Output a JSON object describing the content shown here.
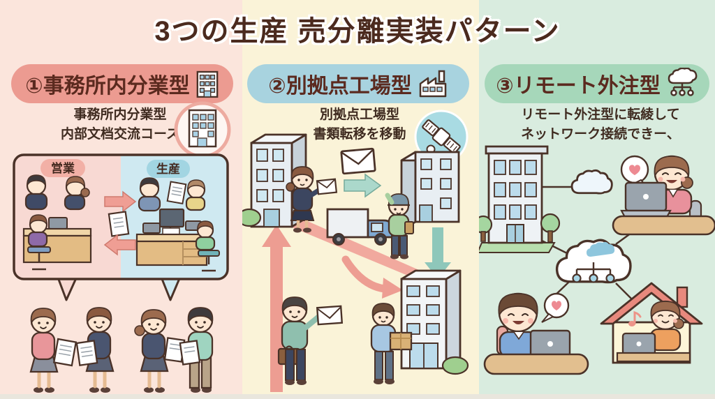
{
  "title": "3つの生産 売分離実装パターン",
  "columns": [
    {
      "header": "①事務所内分業型",
      "caption_line1": "事務所内分業型",
      "caption_line2": "内部文档交流コース",
      "zone_left_label": "営業",
      "zone_right_label": "生産",
      "icon": "office-building-icon",
      "accent_color": "#ec9b91",
      "background_color": "#fbe5dc"
    },
    {
      "header": "②別拠点工場型",
      "caption_line1": "別拠点工場型",
      "caption_line2": "書類転移を移動",
      "icon": "factory-icon",
      "accent_color": "#a8d3df",
      "background_color": "#faf3d8"
    },
    {
      "header": "③リモート外注型",
      "caption_line1": "リモート外注型に転綾して",
      "caption_line2": "ネットワーク接続できー、",
      "icon": "cloud-network-icon",
      "accent_color": "#a6d7ba",
      "background_color": "#d9ecdf"
    }
  ],
  "colors": {
    "title_text": "#4b2a1e",
    "caption_text": "#3f2b20",
    "outline": "#4a3228",
    "zone_left_fill": "#f8d9d3",
    "zone_right_fill": "#cfe9f1"
  }
}
